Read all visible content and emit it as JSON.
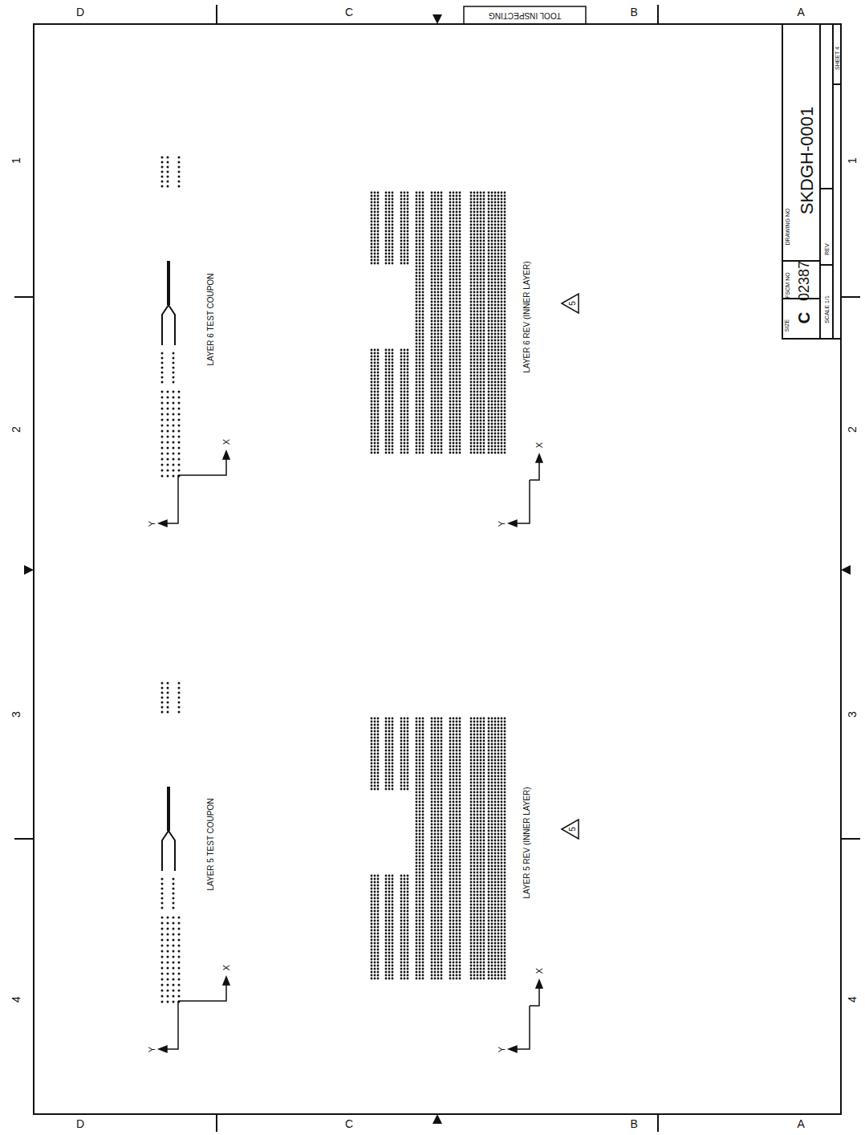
{
  "diagram": {
    "labels": [
      "D",
      "C",
      "B",
      "A",
      "D",
      "C",
      "B",
      "A",
      "1",
      "2",
      "3",
      "4",
      "1",
      "2",
      "3",
      "4",
      "TOOL INSPECTING",
      "LAYER 6 TEST COUPON",
      "LAYER 6 REV (INNER LAYER)",
      "5",
      "LAYER 5 TEST COUPON",
      "LAYER 5 REV (INNER LAYER)",
      "5",
      "Y",
      "X",
      "Y",
      "X",
      "Y",
      "X",
      "Y",
      "X",
      "SIZE",
      "FSCM NO",
      "DRAWING NO",
      "C",
      "02387",
      "SKDGH-0001",
      "SCALE 1/1",
      "REV",
      "SHEET 4"
    ]
  }
}
